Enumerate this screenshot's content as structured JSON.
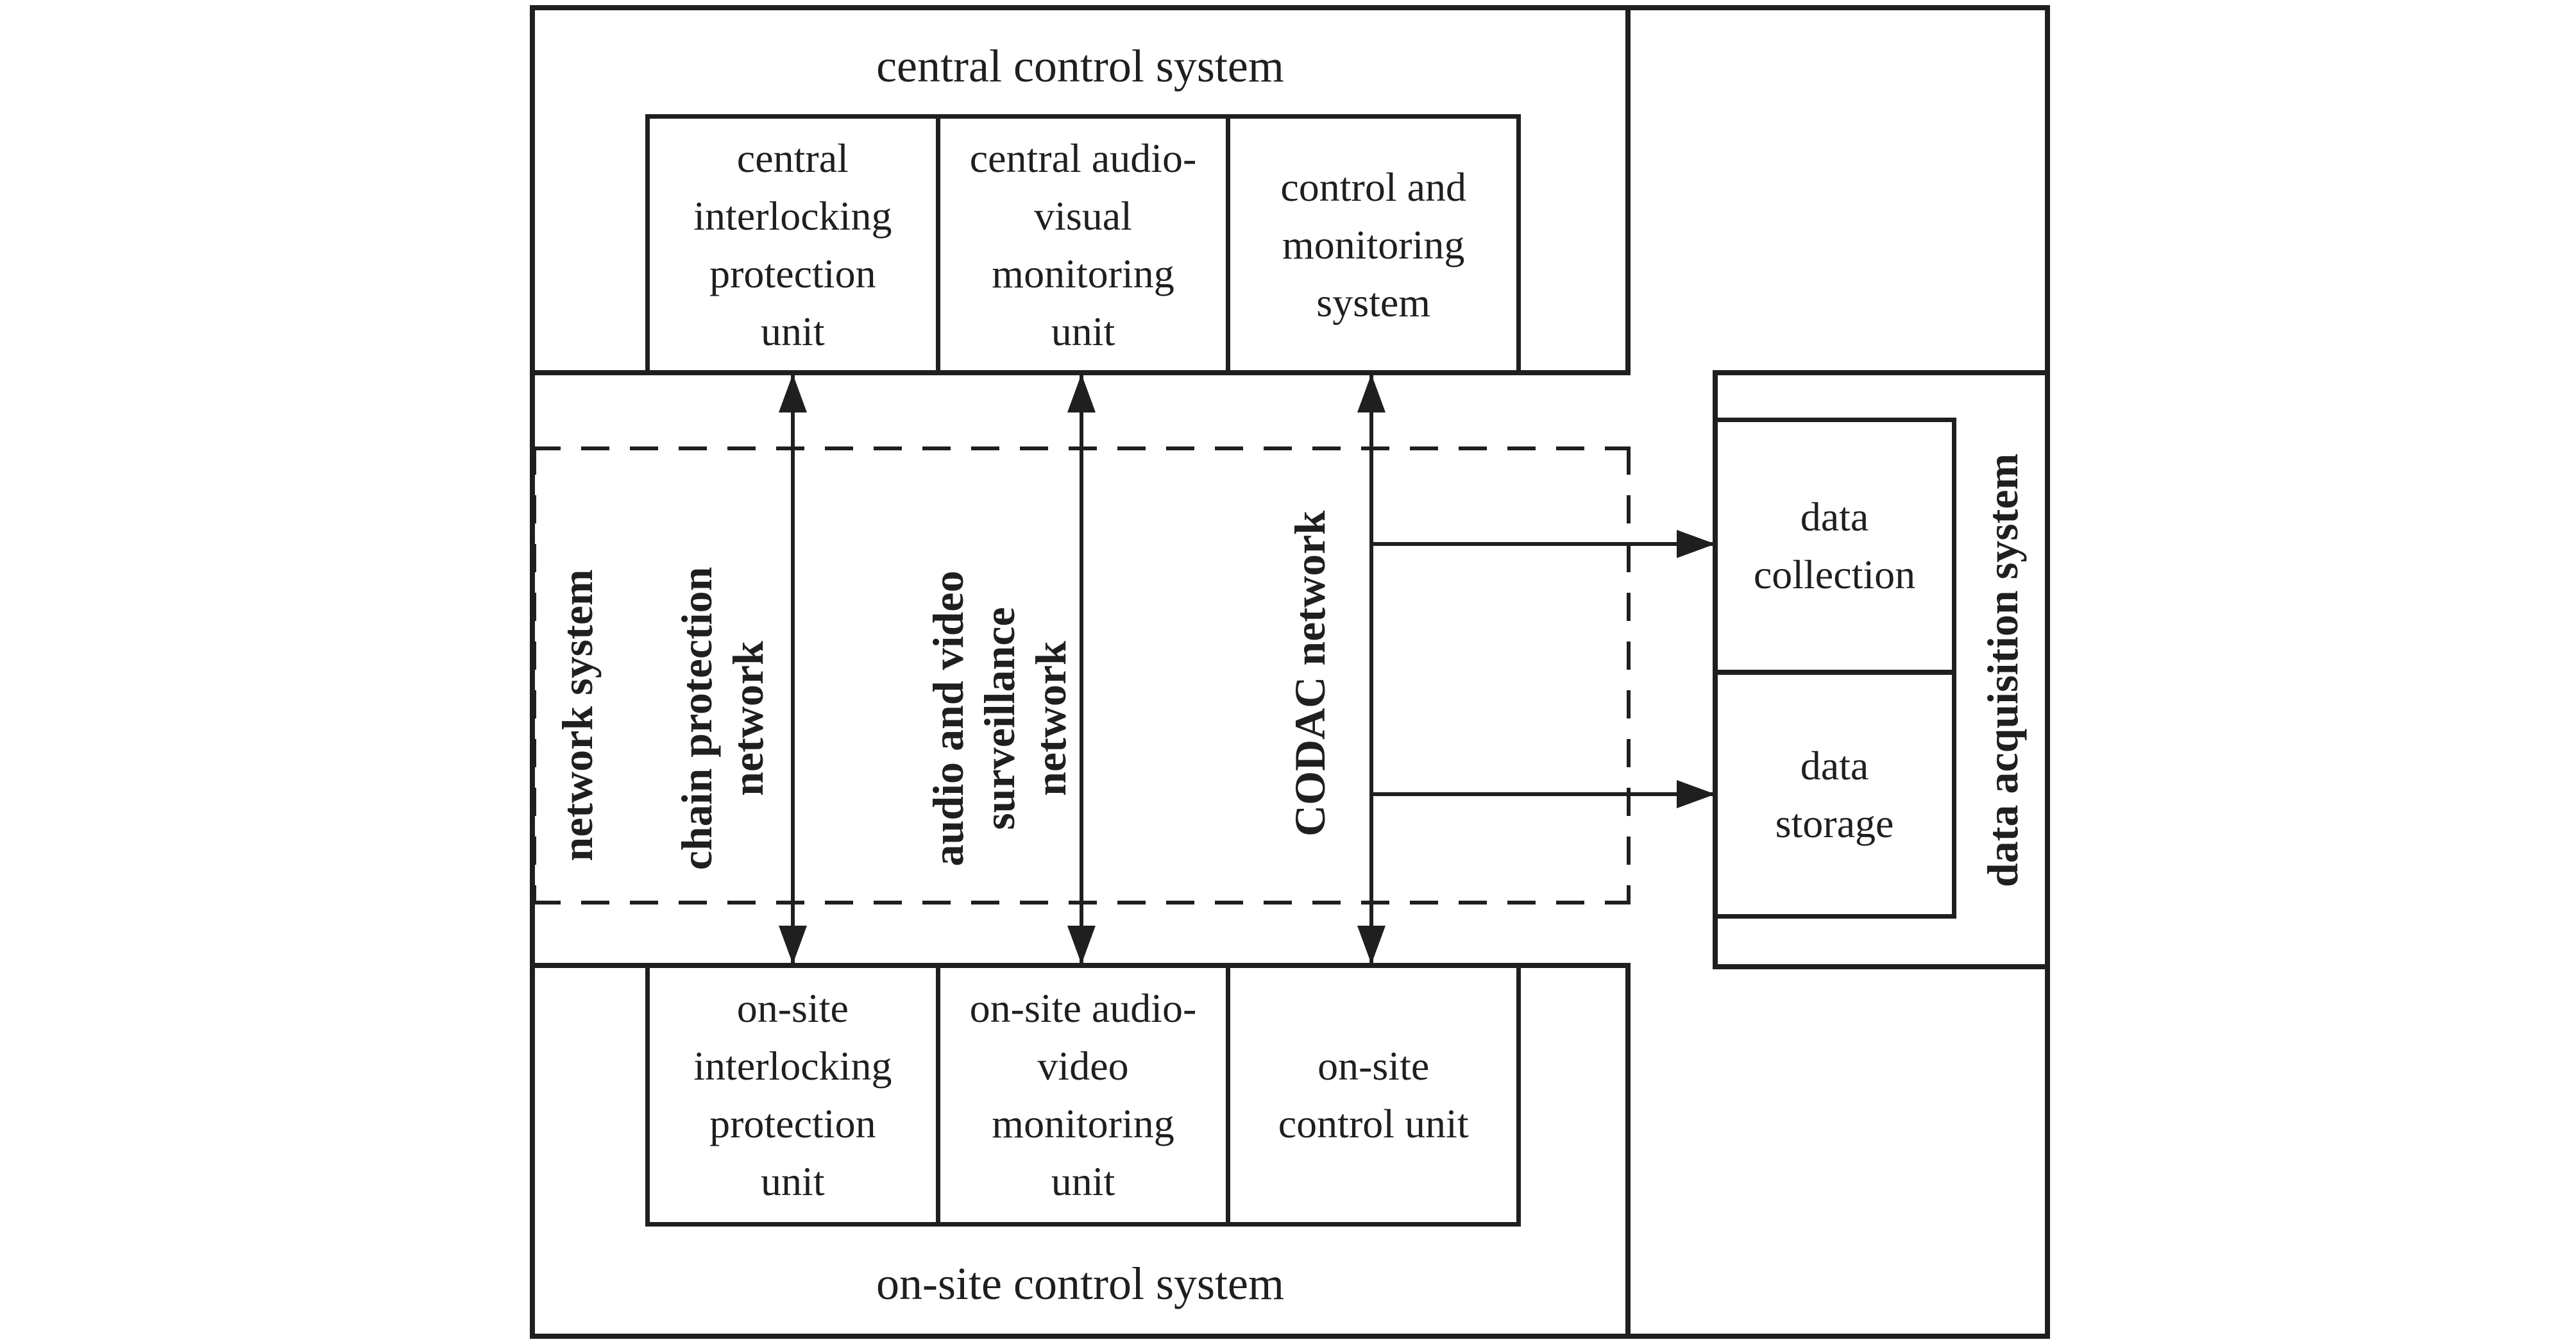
{
  "central_system": {
    "title": "central control system",
    "units": [
      "central\ninterlocking\nprotection\nunit",
      "central audio-\nvisual\nmonitoring\nunit",
      "control and\nmonitoring\nsystem"
    ]
  },
  "network_system": {
    "label": "network system",
    "networks": [
      "chain protection\nnetwork",
      "audio and video\nsurveillance\nnetwork",
      "CODAC network"
    ]
  },
  "onsite_system": {
    "title": "on-site control system",
    "units": [
      "on-site\ninterlocking\nprotection\nunit",
      "on-site audio-\nvideo\nmonitoring\nunit",
      "on-site\ncontrol unit"
    ]
  },
  "data_acquisition": {
    "label": "data acquisition system",
    "units": [
      "data\ncollection",
      "data\nstorage"
    ]
  },
  "colors": {
    "stroke": "#1f1f1f",
    "background": "#ffffff"
  }
}
